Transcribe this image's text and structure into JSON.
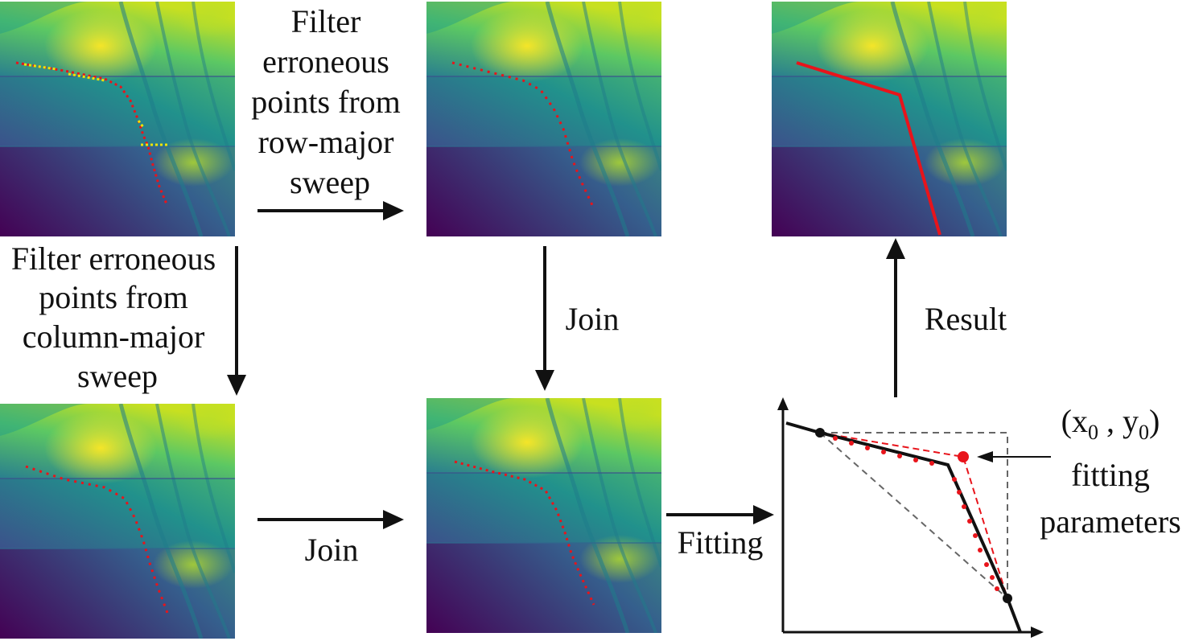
{
  "panels": {
    "row_filter_label": [
      "Filter",
      "erroneous",
      "points from",
      "row-major",
      "sweep"
    ],
    "col_filter_label": [
      "Filter erroneous",
      "points from",
      "column-major",
      "sweep"
    ],
    "join_vertical_label": "Join",
    "join_horizontal_label": "Join",
    "fitting_label": "Fitting",
    "result_label": "Result"
  },
  "fit_plot": {
    "point_label_open": "(x",
    "point_label_sub0": "0",
    "point_label_comma": " ,  y",
    "point_label_sub1": "0",
    "point_label_close": ")",
    "caption_line1": "fitting",
    "caption_line2": "parameters"
  },
  "colors": {
    "viridis_dark": "#440154",
    "viridis_mid": "#21918c",
    "viridis_light": "#fde725",
    "points": "#e8141b",
    "candidate_points": "#f2e400",
    "fit_line": "#000000",
    "guide": "#666666"
  }
}
